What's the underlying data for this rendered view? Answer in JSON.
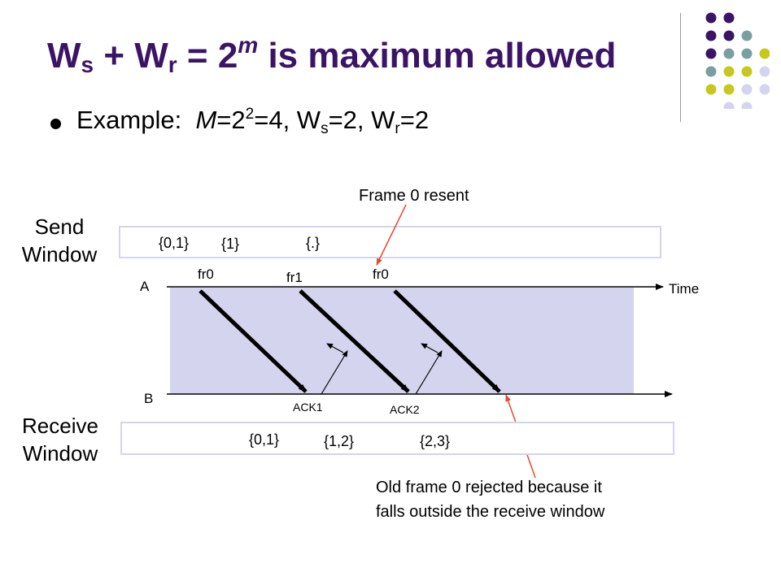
{
  "title": {
    "w": "W",
    "s": "s",
    "plus": " + W",
    "r": "r",
    "eq": " = 2",
    "m": "m",
    "rest": " is maximum allowed"
  },
  "example": {
    "label": "Example:",
    "M": "M",
    "eq1": "=2",
    "exp": "2",
    "eq2": "=4, W",
    "s_sub": "s",
    "eq3": "=2, W",
    "r_sub": "r",
    "eq4": "=2"
  },
  "send_window": {
    "label_line1": "Send",
    "label_line2": "Window",
    "sets": [
      "{0,1}",
      "{1}",
      "{.}"
    ]
  },
  "receive_window": {
    "label_line1": "Receive",
    "label_line2": "Window",
    "sets": [
      "{0,1}",
      "{1,2}",
      "{2,3}"
    ]
  },
  "timeline": {
    "a_label": "A",
    "b_label": "B",
    "time_label": "Time"
  },
  "frames": [
    "fr0",
    "fr1",
    "fr0"
  ],
  "acks": [
    "ACK1",
    "ACK2"
  ],
  "annotations": {
    "resent": "Frame 0 resent",
    "rejected_line1": "Old frame 0 rejected because it",
    "rejected_line2": "falls outside the receive window"
  },
  "colors": {
    "title": "#3b1466",
    "purple": "#3b1466",
    "teal": "#7a9fa0",
    "olive": "#c7c81d",
    "lavender": "#d4d4ee",
    "arrow_red": "#e8482a",
    "shade": "#d4d4ee"
  }
}
